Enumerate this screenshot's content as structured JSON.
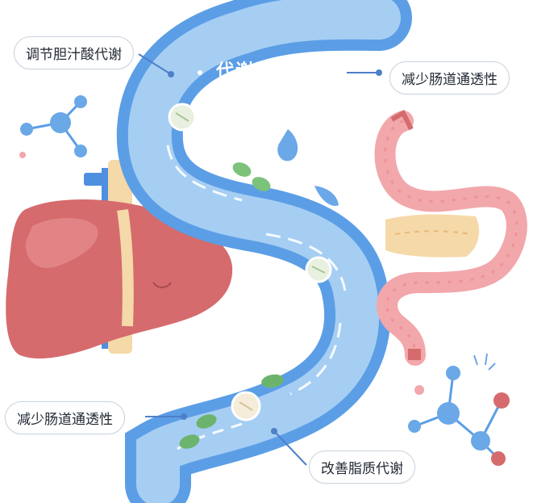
{
  "title": "代谢通道",
  "callouts": {
    "bile": "调节胆汁酸代谢",
    "gut_top": "减少肠道通透性",
    "gut_bottom": "减少肠道通透性",
    "lipid": "改善脂质代谢"
  },
  "colors": {
    "channel": "#5b9ee6",
    "channel_inner": "#9cc8f2",
    "liver": "#d56b6d",
    "intestine": "#f2a7ab",
    "connector": "#4f7fc8"
  }
}
